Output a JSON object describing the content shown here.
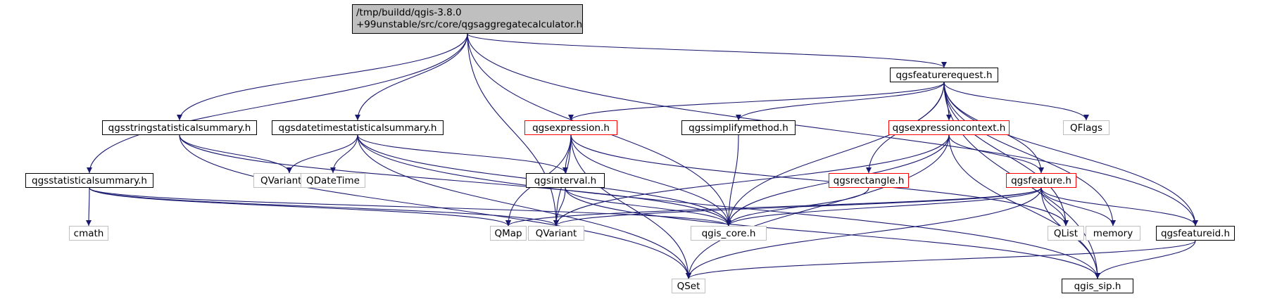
{
  "diagram": {
    "type": "include-dependency-graph",
    "edge_color": "#191970",
    "nodes": [
      {
        "id": "root",
        "lines": [
          "/tmp/buildd/qgis-3.8.0",
          "+99unstable/src/core/qgsaggregatecalculator.h"
        ],
        "style": "root"
      },
      {
        "id": "featurerequest",
        "lines": [
          "qgsfeaturerequest.h"
        ],
        "style": "doc"
      },
      {
        "id": "stringstat",
        "lines": [
          "qgsstringstatisticalsummary.h"
        ],
        "style": "doc"
      },
      {
        "id": "datetimestat",
        "lines": [
          "qgsdatetimestatisticalsummary.h"
        ],
        "style": "doc"
      },
      {
        "id": "expression",
        "lines": [
          "qgsexpression.h"
        ],
        "style": "red"
      },
      {
        "id": "simplify",
        "lines": [
          "qgssimplifymethod.h"
        ],
        "style": "doc"
      },
      {
        "id": "exprcontext",
        "lines": [
          "qgsexpressioncontext.h"
        ],
        "style": "red"
      },
      {
        "id": "qflags",
        "lines": [
          "QFlags"
        ],
        "style": "sys"
      },
      {
        "id": "statsummary",
        "lines": [
          "qgsstatisticalsummary.h"
        ],
        "style": "doc"
      },
      {
        "id": "qvariantlist",
        "lines": [
          "QVariantList"
        ],
        "style": "sys"
      },
      {
        "id": "qdatetime",
        "lines": [
          "QDateTime"
        ],
        "style": "sys"
      },
      {
        "id": "interval",
        "lines": [
          "qgsinterval.h"
        ],
        "style": "doc"
      },
      {
        "id": "rectangle",
        "lines": [
          "qgsrectangle.h"
        ],
        "style": "red"
      },
      {
        "id": "feature",
        "lines": [
          "qgsfeature.h"
        ],
        "style": "red"
      },
      {
        "id": "cmath",
        "lines": [
          "cmath"
        ],
        "style": "sys"
      },
      {
        "id": "qmap",
        "lines": [
          "QMap"
        ],
        "style": "sys"
      },
      {
        "id": "qvariant",
        "lines": [
          "QVariant"
        ],
        "style": "sys"
      },
      {
        "id": "core",
        "lines": [
          "qgis_core.h"
        ],
        "style": "sys"
      },
      {
        "id": "qlist",
        "lines": [
          "QList"
        ],
        "style": "sys"
      },
      {
        "id": "memory",
        "lines": [
          "memory"
        ],
        "style": "sys"
      },
      {
        "id": "featureid",
        "lines": [
          "qgsfeatureid.h"
        ],
        "style": "doc"
      },
      {
        "id": "qset",
        "lines": [
          "QSet"
        ],
        "style": "sys"
      },
      {
        "id": "sip",
        "lines": [
          "qgis_sip.h"
        ],
        "style": "doc"
      }
    ],
    "edges": [
      [
        "root",
        "featurerequest"
      ],
      [
        "root",
        "stringstat"
      ],
      [
        "root",
        "datetimestat"
      ],
      [
        "root",
        "statsummary"
      ],
      [
        "root",
        "qvariant"
      ],
      [
        "root",
        "core"
      ],
      [
        "root",
        "featureid"
      ],
      [
        "featurerequest",
        "expression"
      ],
      [
        "featurerequest",
        "simplify"
      ],
      [
        "featurerequest",
        "exprcontext"
      ],
      [
        "featurerequest",
        "qflags"
      ],
      [
        "featurerequest",
        "rectangle"
      ],
      [
        "featurerequest",
        "feature"
      ],
      [
        "featurerequest",
        "core"
      ],
      [
        "featurerequest",
        "qlist"
      ],
      [
        "featurerequest",
        "memory"
      ],
      [
        "featurerequest",
        "featureid"
      ],
      [
        "featurerequest",
        "sip"
      ],
      [
        "stringstat",
        "qvariantlist"
      ],
      [
        "stringstat",
        "qset"
      ],
      [
        "stringstat",
        "core"
      ],
      [
        "datetimestat",
        "qvariantlist"
      ],
      [
        "datetimestat",
        "qdatetime"
      ],
      [
        "datetimestat",
        "interval"
      ],
      [
        "datetimestat",
        "core"
      ],
      [
        "datetimestat",
        "qset"
      ],
      [
        "datetimestat",
        "sip"
      ],
      [
        "statsummary",
        "cmath"
      ],
      [
        "statsummary",
        "qmap"
      ],
      [
        "statsummary",
        "qvariant"
      ],
      [
        "statsummary",
        "core"
      ],
      [
        "expression",
        "interval"
      ],
      [
        "expression",
        "qvariant"
      ],
      [
        "expression",
        "core"
      ],
      [
        "expression",
        "qset"
      ],
      [
        "expression",
        "qlist"
      ],
      [
        "expression",
        "qmap"
      ],
      [
        "simplify",
        "core"
      ],
      [
        "exprcontext",
        "feature"
      ],
      [
        "exprcontext",
        "qvariant"
      ],
      [
        "exprcontext",
        "core"
      ],
      [
        "exprcontext",
        "qset"
      ],
      [
        "exprcontext",
        "sip"
      ],
      [
        "interval",
        "qvariant"
      ],
      [
        "interval",
        "core"
      ],
      [
        "interval",
        "sip"
      ],
      [
        "rectangle",
        "core"
      ],
      [
        "feature",
        "qmap"
      ],
      [
        "feature",
        "qvariant"
      ],
      [
        "feature",
        "core"
      ],
      [
        "feature",
        "qlist"
      ],
      [
        "feature",
        "memory"
      ],
      [
        "feature",
        "featureid"
      ],
      [
        "feature",
        "qset"
      ],
      [
        "feature",
        "sip"
      ],
      [
        "featureid",
        "qset"
      ],
      [
        "featureid",
        "sip"
      ]
    ]
  }
}
